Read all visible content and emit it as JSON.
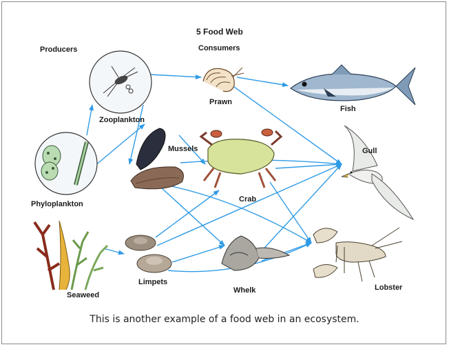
{
  "title": "5 Food Web",
  "headers": {
    "producers": "Producers",
    "consumers": "Consumers"
  },
  "organisms": {
    "zooplankton": "Zooplankton",
    "prawn": "Prawn",
    "fish": "Fish",
    "mussels": "Mussels",
    "crab": "Crab",
    "gull": "Gull",
    "phytoplankton": "Phyloplankton",
    "seaweed": "Seaweed",
    "limpets": "Limpets",
    "whelk": "Whelk",
    "lobster": "Lobster"
  },
  "caption": "This is another example of a food web in an ecosystem.",
  "colors": {
    "arrow": "#2f9be6",
    "frame": "#8a8a8a"
  },
  "edges": [
    [
      "phytoplankton",
      "zooplankton"
    ],
    [
      "phytoplankton",
      "mussels"
    ],
    [
      "zooplankton",
      "prawn"
    ],
    [
      "zooplankton",
      "mussels"
    ],
    [
      "prawn",
      "fish"
    ],
    [
      "prawn",
      "gull"
    ],
    [
      "mussels",
      "crab"
    ],
    [
      "mussels",
      "gull"
    ],
    [
      "mussels",
      "lobster"
    ],
    [
      "mussels",
      "whelk"
    ],
    [
      "seaweed",
      "limpets"
    ],
    [
      "limpets",
      "crab"
    ],
    [
      "limpets",
      "gull"
    ],
    [
      "limpets",
      "whelk"
    ],
    [
      "limpets",
      "lobster"
    ],
    [
      "crab",
      "gull"
    ],
    [
      "crab",
      "lobster"
    ],
    [
      "whelk",
      "gull"
    ],
    [
      "whelk",
      "lobster"
    ]
  ]
}
